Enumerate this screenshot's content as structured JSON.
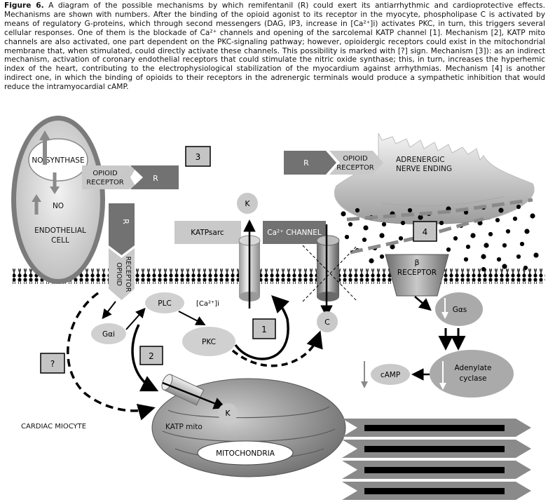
{
  "caption": {
    "label": "Figure 6.",
    "text": "A diagram of the possible mechanisms by which remifentanil (R) could exert its antiarrhythmic and cardioprotective effects. Mechanisms are shown with numbers. After the binding of the opioid agonist to its receptor in the myocyte, phospholipase C is activated by means of regulatory G-proteins, which through second messengers (DAG, IP3, increase in [Ca²⁺]i) activates PKC, in turn, this triggers several cellular responses. One of them is the blockade of Ca²⁺ channels and opening of the sarcolemal KATP channel [1]. Mechanism [2], KATP mito channels are also activated, one part dependent on the PKC-signaling pathway; however, opioidergic receptors could exist in the mitochondrial membrane that, when stimulated, could directly activate these channels. This possibility is marked with [?] sign. Mechanism [3]): as an indirect mechanism, activation of coronary endothelial receptors that could stimulate the nitric oxide synthase; this, in turn, increases the hyperhemic index of the heart, contributing to the electrophysiological stabilization of the myocardium against arrhythmias. Mechanism [4] is another indirect one, in which the binding of opioids to their receptors in the adrenergic terminals would produce a sympathetic inhibition that would reduce the intramyocardial cAMP."
  },
  "labels": {
    "no_synthase": "NO SYNTHASE",
    "no": "NO",
    "endothelial": "ENDOTHELIAL",
    "cell": "CELL",
    "opioid": "OPIOID",
    "receptor": "RECEPTOR",
    "r": "R",
    "adrenergic": "ADRENERGIC",
    "nerve_ending": "NERVE ENDING",
    "k": "K",
    "katp_sarc": "KATPsarc",
    "ca_channel": "Ca²⁺ CHANNEL",
    "beta": "β",
    "plc": "PLC",
    "ca_i": "[Ca²⁺]i",
    "gai": "Gαi",
    "pkc": "PKC",
    "c": "C",
    "gas": "Gαs",
    "adenylate": "Adenylate",
    "cyclase": "cyclase",
    "camp": "cAMP",
    "cardiac_miocyte": "CARDIAC MIOCYTE",
    "katp_mito": "KATP mito",
    "mitochondria": "MITOCHONDRIA"
  },
  "mechanisms": [
    "1",
    "2",
    "3",
    "4",
    "?"
  ],
  "colors": {
    "dark_gray": "#707070",
    "mid_gray": "#a8a8a8",
    "light_gray": "#d0d0d0",
    "box_gray": "#c4c4c4",
    "black": "#000000"
  }
}
